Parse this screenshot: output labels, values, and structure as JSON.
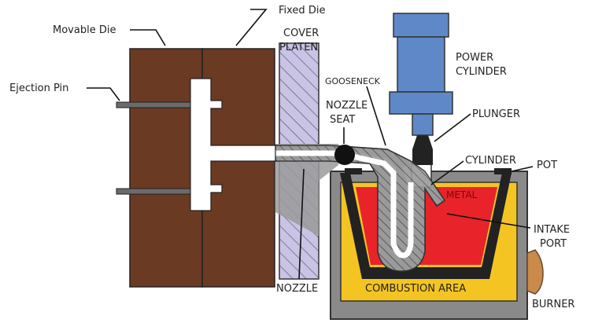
{
  "labels": {
    "movable_die": "Movable Die",
    "fixed_die": "Fixed Die",
    "ejection_pin": "Ejection Pin",
    "cover_platen_1": "COVER",
    "cover_platen_2": "PLATEN",
    "gooseneck": "GOOSENECK",
    "nozzle_seat_1": "NOZZLE",
    "nozzle_seat_2": "SEAT",
    "power_cylinder_1": "POWER",
    "power_cylinder_2": "CYLINDER",
    "plunger": "PLUNGER",
    "cylinder": "CYLINDER",
    "pot": "POT",
    "metal": "METAL",
    "intake_port_1": "INTAKE",
    "intake_port_2": "PORT",
    "nozzle": "NOZZLE",
    "combustion_area": "COMBUSTION AREA",
    "burner": "BURNER"
  },
  "colors": {
    "die": "#6b3a22",
    "platen": "#c9c3e6",
    "cylinder_blue": "#5f88c8",
    "metal_red": "#e8232a",
    "combustion_yellow": "#f4c522",
    "pot_gray": "#8a8a8a",
    "burner": "#c98a4a"
  }
}
